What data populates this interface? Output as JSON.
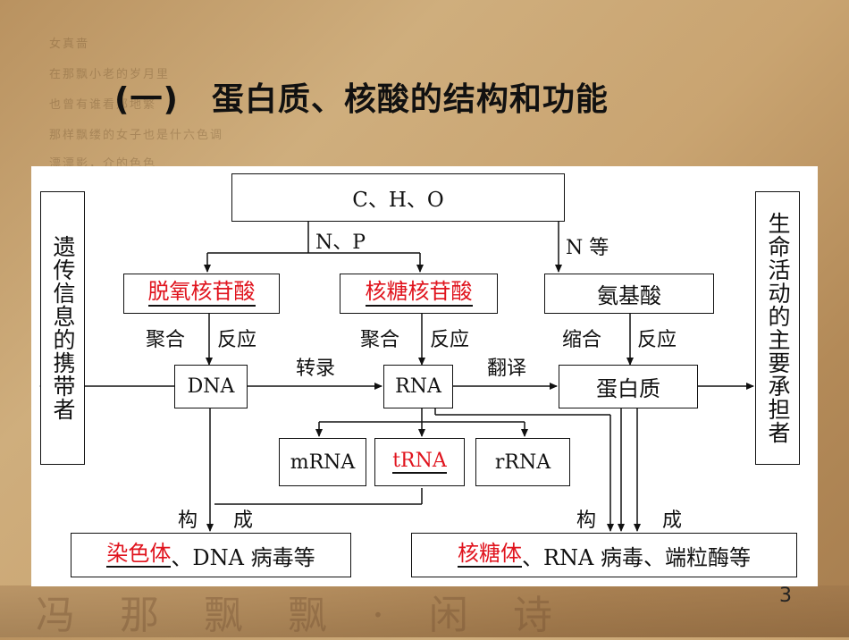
{
  "slide": {
    "title": "(一)　蛋白质、核酸的结构和功能",
    "page_number": "3",
    "background_poem": [
      "女真啬",
      "在那飘小老的岁月里",
      "也曾有谁看那地繁",
      "那样飘缕的女子也是什六色调",
      "漂漂影，介的色色"
    ],
    "bottom_script": "冯 那 飘 飘 · 闲 诗"
  },
  "diagram": {
    "top_elements": "C、H、O",
    "left_side": "遗传信息的携带者",
    "right_side": "生命活动的主要承担者",
    "edge_np": "N、P",
    "edge_n": "N 等",
    "monomers": {
      "deoxy": "脱氧核苷酸",
      "ribo": "核糖核苷酸",
      "amino": "氨基酸"
    },
    "polymerize_1": "聚合",
    "react_1": "反应",
    "polymerize_2": "聚合",
    "react_2": "反应",
    "condense": "缩合",
    "react_3": "反应",
    "dna": "DNA",
    "rna": "RNA",
    "protein": "蛋白质",
    "transcription": "转录",
    "translation": "翻译",
    "rna_types": {
      "m": "mRNA",
      "t": "tRNA",
      "r": "rRNA"
    },
    "compose_gou_1": "构",
    "compose_cheng_1": "成",
    "compose_gou_2": "构",
    "compose_cheng_2": "成",
    "chromosome": "染色体",
    "chromosome_rest": "、DNA 病毒等",
    "ribosome": "核糖体",
    "ribosome_rest": "、RNA 病毒、端粒酶等"
  }
}
